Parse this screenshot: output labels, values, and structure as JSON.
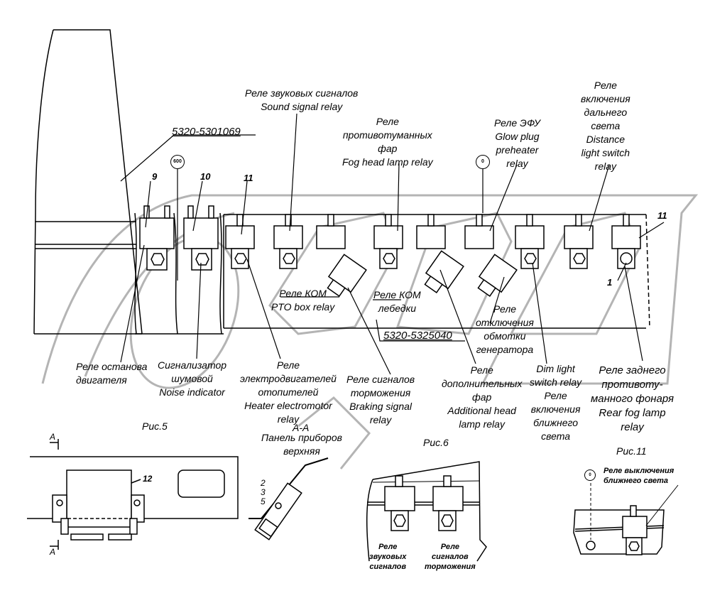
{
  "main_view": {
    "part_number_top": "5320-5301069",
    "part_number_bottom": "5320-5325040",
    "callouts": {
      "c600": "600",
      "c0": "0"
    },
    "position_numbers": {
      "p9": "9",
      "p10": "10",
      "p11_left": "11",
      "p11_right": "11",
      "p1": "1"
    },
    "labels_top": {
      "sound_signal": [
        "Реле звуковых сигналов",
        "Sound signal relay"
      ],
      "fog_head_lamp": [
        "Реле",
        "противотуманных",
        "фар",
        "Fog head lamp relay"
      ],
      "glow_plug": [
        "Реле ЭФУ",
        "Glow plug",
        "preheater",
        "relay"
      ],
      "distance_light": [
        "Реле",
        "включения",
        "дальнего",
        "света",
        "Distance",
        "light switch",
        "relay"
      ]
    },
    "labels_middle": {
      "pto_box": [
        "Реле КОМ",
        "PTO box relay"
      ],
      "pto_winch": [
        "Реле КОМ",
        "лебедки"
      ],
      "generator_winding": [
        "Реле",
        "отключения",
        "обмотки",
        "генератора"
      ]
    },
    "labels_bottom": {
      "engine_stop": [
        "Реле останова",
        "двигателя"
      ],
      "noise_indicator": [
        "Сигнализатор",
        "шумовой",
        "Noise indicator"
      ],
      "heater_motor": [
        "Реле",
        "электродвигателей",
        "отопителей",
        "Heater electromotor",
        "relay"
      ],
      "braking_signal": [
        "Реле сигналов",
        "торможения",
        "Braking signal",
        "relay"
      ],
      "additional_head": [
        "Реле",
        "дополнительных",
        "фар",
        "Additional head",
        "lamp relay"
      ],
      "dim_light": [
        "Dim light",
        "switch relay",
        "Реле",
        "включения",
        "ближнего",
        "света"
      ],
      "rear_fog": [
        "Реле заднего",
        "противоту-",
        "манного фонаря",
        "Rear fog lamp",
        "relay"
      ]
    }
  },
  "fig5": {
    "title": "Рис.5",
    "section_mark": "A",
    "position_12": "12",
    "section_title": "A-A",
    "panel_label": [
      "Панель приборов",
      "верхняя"
    ],
    "positions": [
      "2",
      "3",
      "5"
    ]
  },
  "fig6": {
    "title": "Рис.6",
    "labels": {
      "sound": [
        "Реле",
        "звуковых",
        "сигналов"
      ],
      "braking": [
        "Реле",
        "сигналов",
        "торможения"
      ]
    }
  },
  "fig11": {
    "title": "Рис.11",
    "callout": "0",
    "label": [
      "Реле выключения",
      "ближнего света"
    ]
  },
  "colors": {
    "ink": "#000000",
    "watermark": "#b4b4b4",
    "background": "#ffffff"
  }
}
